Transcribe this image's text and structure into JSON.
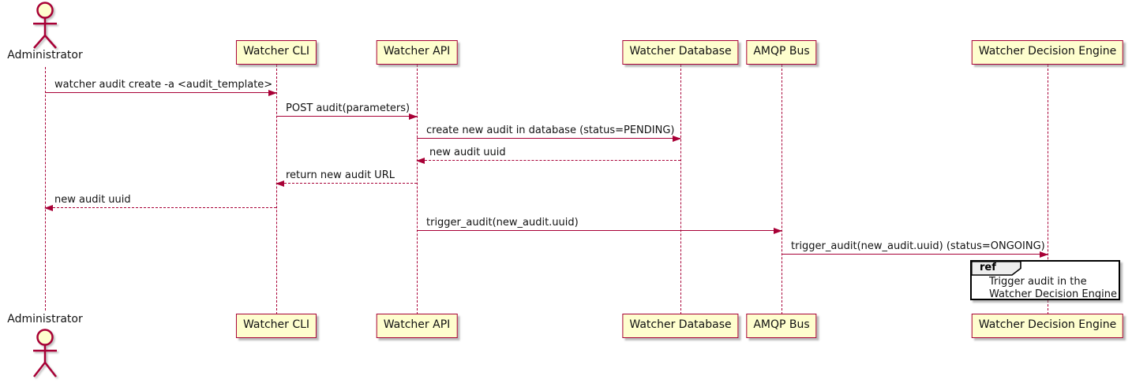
{
  "diagram_type": "sequence-diagram",
  "colors": {
    "accent": "#A80036",
    "participant_fill": "#FEFECE",
    "ref_header_fill": "#EEEEEE",
    "ref_fill": "#FFFFFF",
    "text": "#121212",
    "background": "#FFFFFF"
  },
  "actor": {
    "label": "Administrator"
  },
  "participants": [
    {
      "label": "Watcher CLI"
    },
    {
      "label": "Watcher API"
    },
    {
      "label": "Watcher Database"
    },
    {
      "label": "AMQP Bus"
    },
    {
      "label": "Watcher Decision Engine"
    }
  ],
  "messages": [
    {
      "label": "watcher audit create -a <audit_template>",
      "from": "Administrator",
      "to": "Watcher CLI",
      "style": "solid"
    },
    {
      "label": "POST audit(parameters)",
      "from": "Watcher CLI",
      "to": "Watcher API",
      "style": "solid"
    },
    {
      "label": "create new audit in database (status=PENDING)",
      "from": "Watcher API",
      "to": "Watcher Database",
      "style": "solid"
    },
    {
      "label": "new audit uuid",
      "from": "Watcher Database",
      "to": "Watcher API",
      "style": "dashed"
    },
    {
      "label": "return new audit URL",
      "from": "Watcher API",
      "to": "Watcher CLI",
      "style": "dashed"
    },
    {
      "label": "new audit uuid",
      "from": "Watcher CLI",
      "to": "Administrator",
      "style": "dashed"
    },
    {
      "label": "trigger_audit(new_audit.uuid)",
      "from": "Watcher API",
      "to": "AMQP Bus",
      "style": "solid"
    },
    {
      "label": "trigger_audit(new_audit.uuid) (status=ONGOING)",
      "from": "AMQP Bus",
      "to": "Watcher Decision Engine",
      "style": "solid"
    }
  ],
  "ref": {
    "keyword": "ref",
    "lines": [
      "Trigger audit in the",
      "Watcher Decision Engine"
    ]
  }
}
